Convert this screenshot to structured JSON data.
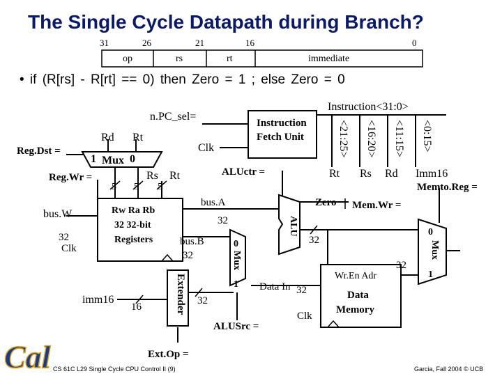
{
  "title": "The Single Cycle Datapath during Branch?",
  "instr_format": {
    "bits": [
      "31",
      "26",
      "21",
      "16",
      "0"
    ],
    "fields": [
      "op",
      "rs",
      "rt",
      "immediate"
    ]
  },
  "condition": "• if  (R[rs] - R[rt] == 0)  then Zero = 1 ; else Zero = 0",
  "instruction_label": "Instruction<31:0>",
  "npc_sel": "n.PC_sel=",
  "ifu": {
    "line1": "Instruction",
    "line2": "Fetch Unit"
  },
  "ranges": [
    "<21:25>",
    "<16:20>",
    "<11:15>",
    "<0:15>"
  ],
  "range_outputs": [
    "Rt",
    "Rs",
    "Rd",
    "Imm16"
  ],
  "regdst": "Reg.Dst =",
  "rd": "Rd",
  "rt_top": "Rt",
  "clk": "Clk",
  "mux_one": "1",
  "mux_word": "Mux",
  "mux_zero": "0",
  "regwr": "Reg.Wr =",
  "five1": "5",
  "five2": "5",
  "five3": "5",
  "rs_lbl": "Rs",
  "rt_lbl": "Rt",
  "aluctr": "ALUctr =",
  "memtoreg": "Memto.Reg =",
  "zero": "Zero",
  "memwr": "Mem.Wr =",
  "busw": "bus.W",
  "thirtytwo": "32",
  "clk_left": "Clk",
  "regfile": {
    "line1": "Rw  Ra  Rb",
    "line2": "32 32-bit",
    "line3": "Registers"
  },
  "busa": "bus.A",
  "busb": "bus.B",
  "alu": "ALU",
  "alusrc_mux": {
    "zero": "0",
    "word": "Mux",
    "one": "1"
  },
  "right_mux": {
    "zero": "0",
    "word": "Mux",
    "one": "1"
  },
  "wren_adr": "Wr.En Adr",
  "datain": "Data In",
  "datamem": {
    "line1": "Data",
    "line2": "Memory"
  },
  "mem_clk": "Clk",
  "imm16": "imm16",
  "sixteen": "16",
  "extender": "Extender",
  "alusrc": "ALUSrc =",
  "extop": "Ext.Op =",
  "footer_left": "CS 61C L29 Single Cycle CPU Control II (9)",
  "footer_right": "Garcia, Fall 2004 © UCB",
  "logo": "Cal",
  "colors": {
    "title_blue": "#0b1a66",
    "logo_blue": "#1a3b8c",
    "logo_gold": "#d8a21c"
  }
}
